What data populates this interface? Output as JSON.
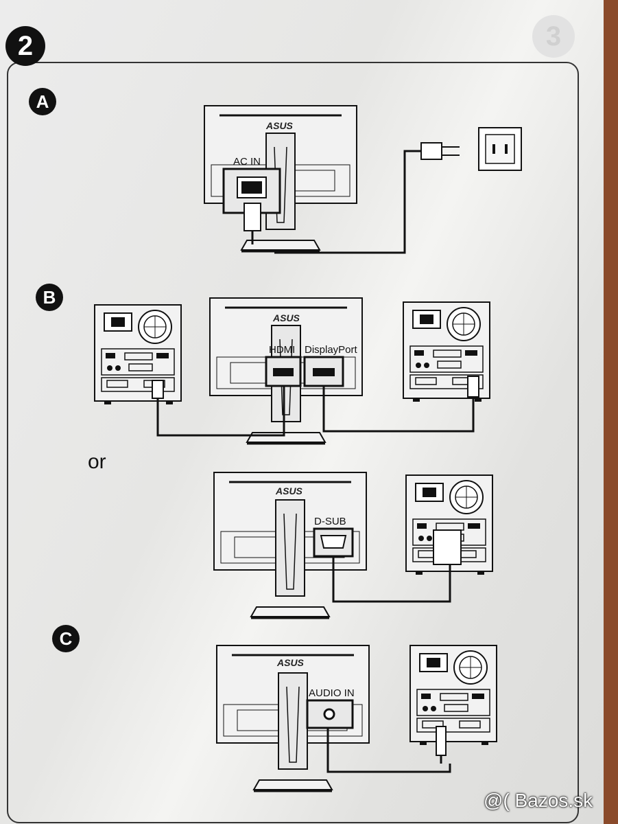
{
  "step_number": "2",
  "ghost_step": "3",
  "sections": {
    "a": {
      "badge": "A",
      "port_label": "AC IN"
    },
    "b": {
      "badge": "B",
      "hdmi_label": "HDMI",
      "dp_label": "DisplayPort",
      "or_label": "or",
      "dsub_label": "D-SUB"
    },
    "c": {
      "badge": "C",
      "audio_label": "AUDIO IN"
    }
  },
  "brand": "ASUS",
  "watermark": "@( Bazos.sk"
}
